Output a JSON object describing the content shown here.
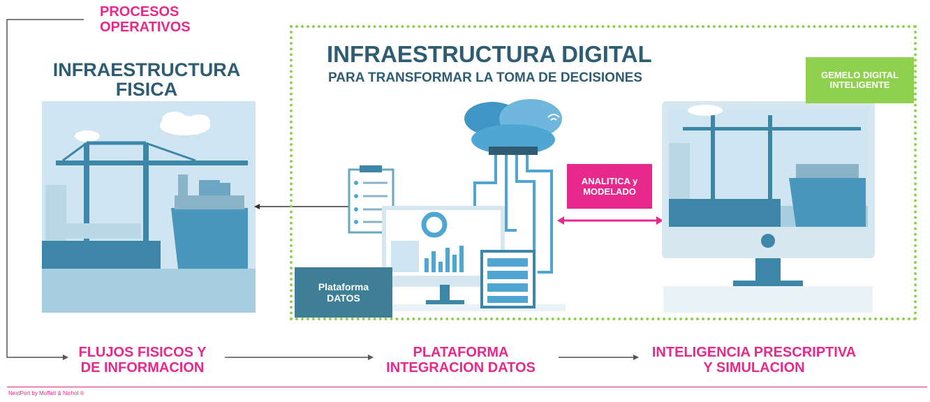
{
  "procesos": {
    "line1": "PROCESOS",
    "line2": "OPERATIVOS"
  },
  "infra_fisica": {
    "line1": "INFRAESTRUCTURA",
    "line2": "FISICA"
  },
  "infra_digital": {
    "title": "INFRAESTRUCTURA DIGITAL",
    "subtitle": "PARA TRANSFORMAR LA TOMA DE DECISIONES"
  },
  "gemelo": {
    "line1": "GEMELO DIGITAL",
    "line2": "INTELIGENTE"
  },
  "analitica": {
    "line1": "ANALITICA y",
    "line2": "MODELADO"
  },
  "plataforma_box": {
    "line1": "Plataforma",
    "line2": "DATOS"
  },
  "bottom": [
    {
      "line1": "FLUJOS FISICOS Y",
      "line2": "DE INFORMACION"
    },
    {
      "line1": "PLATAFORMA",
      "line2": "INTEGRACION DATOS"
    },
    {
      "line1": "INTELIGENCIA PRESCRIPTIVA",
      "line2": "Y SIMULACION"
    }
  ],
  "footer": "NextPort by Moffatt & Nichol ®",
  "colors": {
    "pink": "#e6298a",
    "teal": "#2e5d73",
    "green": "#8fd14f",
    "blue": "#3e7f95",
    "lightblue": "#cfe6f2"
  },
  "icons": [
    "port-crane-illustration",
    "cloud-icon",
    "wifi-icon",
    "checklist-icon",
    "monitor-icon",
    "server-icon",
    "digital-twin-monitor-illustration"
  ]
}
